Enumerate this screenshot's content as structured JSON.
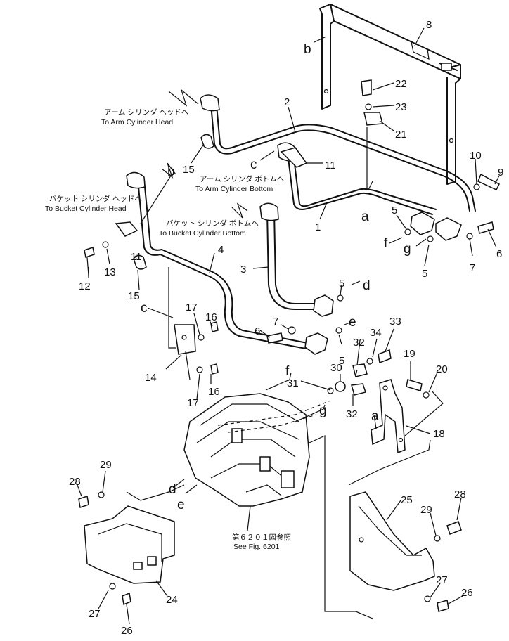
{
  "callouts": {
    "n1": "1",
    "n2": "2",
    "n3": "3",
    "n4": "4",
    "n5a": "5",
    "n5b": "5",
    "n5c": "5",
    "n5d": "5",
    "n6a": "6",
    "n6b": "6",
    "n7a": "7",
    "n7b": "7",
    "n8": "8",
    "n9": "9",
    "n10": "10",
    "n11a": "11",
    "n11b": "11",
    "n12": "12",
    "n13": "13",
    "n14": "14",
    "n15a": "15",
    "n15b": "15",
    "n16a": "16",
    "n16b": "16",
    "n17a": "17",
    "n17b": "17",
    "n18": "18",
    "n19": "19",
    "n20": "20",
    "n21": "21",
    "n22": "22",
    "n23": "23",
    "n24": "24",
    "n25": "25",
    "n26a": "26",
    "n26b": "26",
    "n27a": "27",
    "n27b": "27",
    "n28a": "28",
    "n28b": "28",
    "n29a": "29",
    "n29b": "29",
    "n30": "30",
    "n31": "31",
    "n32a": "32",
    "n32b": "32",
    "n33": "33",
    "n34": "34"
  },
  "letters": {
    "a1": "a",
    "a2": "a",
    "b1": "b",
    "b2": "b",
    "c1": "c",
    "c2": "c",
    "d1": "d",
    "d2": "d",
    "e1": "e",
    "e2": "e",
    "f1": "f",
    "f2": "f",
    "g1": "g",
    "g2": "g"
  },
  "notes": {
    "arm_head_jp": "アーム シリンダ ヘッドへ",
    "arm_head_en": "To Arm Cylinder Head",
    "arm_bottom_jp": "アーム シリンダ ボトムへ",
    "arm_bottom_en": "To Arm Cylinder Bottom",
    "bucket_head_jp": "バケット シリンダ ヘッドへ",
    "bucket_head_en": "To Bucket Cylinder Head",
    "bucket_bottom_jp": "バケット シリンダ ボトムへ",
    "bucket_bottom_en": "To Bucket Cylinder Bottom",
    "see_fig_jp": "第６２０１図参照",
    "see_fig_en": "See Fig. 6201"
  }
}
